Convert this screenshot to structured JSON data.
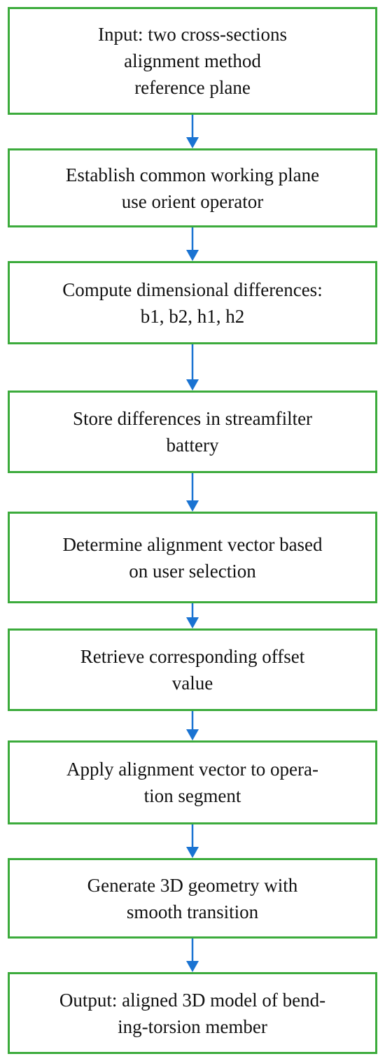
{
  "colors": {
    "box_border": "#3cab3c",
    "arrow": "#1a73d2",
    "text": "#111111",
    "background": "#ffffff"
  },
  "steps": [
    {
      "id": "input",
      "lines": [
        "Input: two cross-sections",
        "alignment method",
        "reference plane"
      ]
    },
    {
      "id": "establish-working-plane",
      "lines": [
        "Establish common working plane",
        "use orient operator"
      ]
    },
    {
      "id": "compute-differences",
      "lines": [
        "Compute dimensional differences:",
        "b1, b2, h1, h2"
      ]
    },
    {
      "id": "store-differences",
      "lines": [
        "Store differences in streamfilter",
        "battery"
      ]
    },
    {
      "id": "determine-alignment-vector",
      "lines": [
        "Determine alignment vector based",
        "on user selection"
      ]
    },
    {
      "id": "retrieve-offset",
      "lines": [
        "Retrieve corresponding offset",
        "value"
      ]
    },
    {
      "id": "apply-alignment-vector",
      "lines": [
        "Apply alignment vector to opera-",
        "tion segment"
      ]
    },
    {
      "id": "generate-geometry",
      "lines": [
        "Generate 3D geometry with",
        "smooth transition"
      ]
    },
    {
      "id": "output",
      "lines": [
        "Output: aligned 3D model of bend-",
        "ing-torsion member"
      ]
    }
  ]
}
